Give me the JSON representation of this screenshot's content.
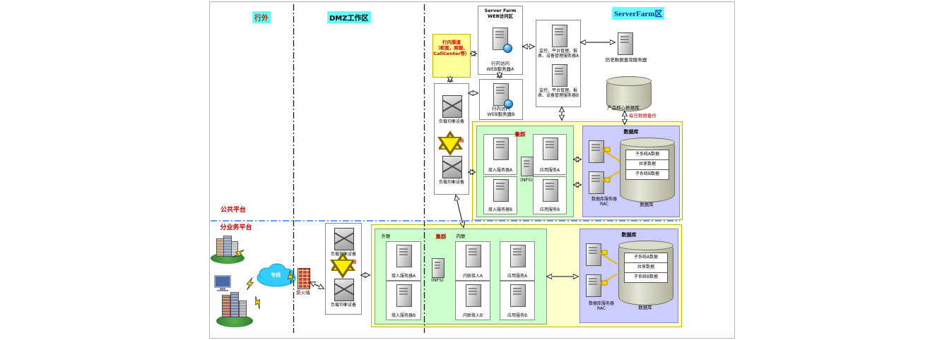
{
  "colors": {
    "zone_highlight": "#66ffff",
    "cluster_bg": "#ffffcc",
    "green_bg": "#ccffcc",
    "purple_bg": "#ccccfe",
    "accent_red": "#c00000",
    "platform_line_blue": "#2f7ded",
    "hot_standby_yellow": "#ffee00"
  },
  "zones": {
    "outside": "行外",
    "dmz": "DMZ工作区",
    "serverfarm": "ServerFarm区"
  },
  "platforms": {
    "public": "公共平台",
    "business": "分业务平台"
  },
  "outside": {
    "cloud": "专线",
    "firewall": "防火墙"
  },
  "dmz_upper": {
    "lb_top": "负载均衡设备",
    "lb_bottom": "负载均衡设备",
    "hot_standby": "热备"
  },
  "dmz_lower": {
    "lb_top": "负载均衡设备",
    "lb_bottom": "负载均衡设备",
    "hot_standby": "热备"
  },
  "web_zone": {
    "title": "Server Farm\nWEB访问区",
    "server_a": "行内访问\nWEB服务器A",
    "server_b": "行内访问\nWEB服务器B"
  },
  "channel": "行内渠道\n（柜面，网银，\nCallCenter等）",
  "mgmt": {
    "server_a": "监控、平台管理、报\n表、设备管理服务器A",
    "server_b": "监控、平台管理、报\n表、设备管理服务器B"
  },
  "history": {
    "server": "历史数据查询服务器",
    "product_db": "产品核心数据库",
    "daily_backup": "每日数据备份"
  },
  "cluster_upper": {
    "title": "集群",
    "access_a": "接入服务器A",
    "access_b": "接入服务器B",
    "nfs": "(NFS)",
    "app_a": "应用服务A",
    "app_b": "应用服务B",
    "db": {
      "title": "数据库",
      "rac": "数据库服务器\nRAC",
      "band_a": "子系统A数据",
      "band_shared": "共享数据",
      "band_b": "子系统B数据",
      "cyl_label": "数据库"
    }
  },
  "cluster_lower": {
    "title": "集群",
    "ext_label": "外联",
    "int_label": "内联",
    "access_a": "接入服务器A",
    "access_b": "接入服务器B",
    "nfs": "(NFS)",
    "int_a": "内联接入A",
    "int_b": "内联接入B",
    "app_a": "应用服务A",
    "app_b": "应用服务B",
    "db": {
      "title": "数据库",
      "rac": "数据库服务器\nRAC",
      "band_a": "子系统A数据",
      "band_shared": "共享数据",
      "band_b": "子系统B数据",
      "cyl_label": "数据库"
    }
  }
}
